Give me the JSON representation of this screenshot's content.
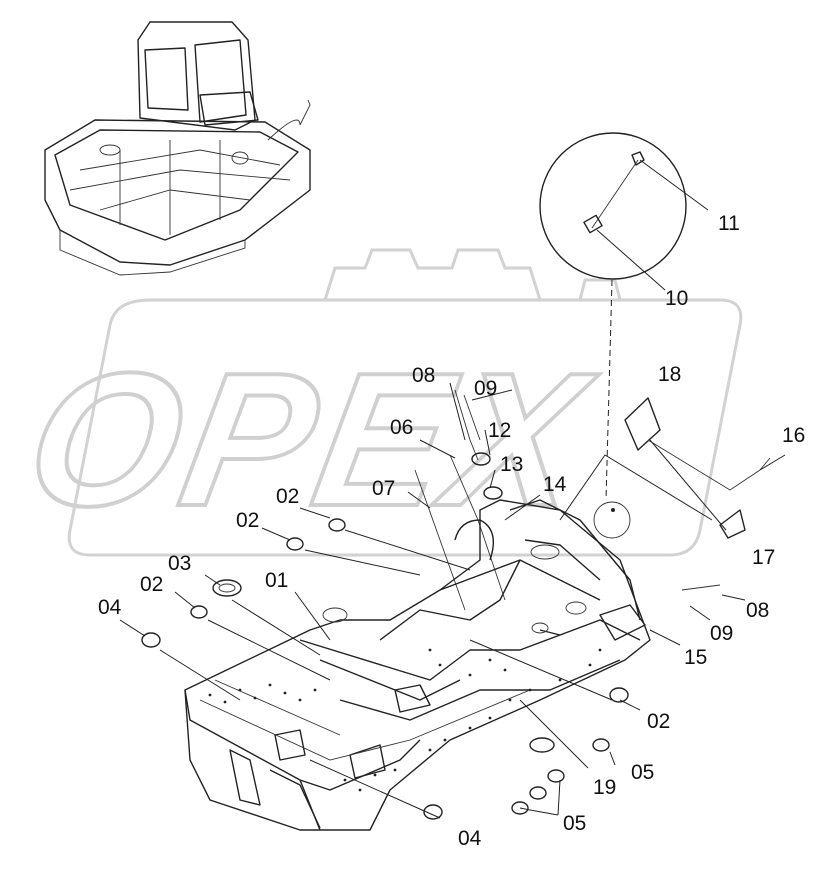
{
  "watermark": {
    "text": "OPEX"
  },
  "callouts": [
    {
      "id": "c-11-top",
      "label": "11"
    },
    {
      "id": "c-10",
      "label": "10"
    },
    {
      "id": "c-18",
      "label": "18"
    },
    {
      "id": "c-16",
      "label": "16"
    },
    {
      "id": "c-08-a",
      "label": "08"
    },
    {
      "id": "c-09-a",
      "label": "09"
    },
    {
      "id": "c-12",
      "label": "12"
    },
    {
      "id": "c-06",
      "label": "06"
    },
    {
      "id": "c-13",
      "label": "13"
    },
    {
      "id": "c-07",
      "label": "07"
    },
    {
      "id": "c-14",
      "label": "14"
    },
    {
      "id": "c-02-a",
      "label": "02"
    },
    {
      "id": "c-02-b",
      "label": "02"
    },
    {
      "id": "c-03",
      "label": "03"
    },
    {
      "id": "c-01",
      "label": "01"
    },
    {
      "id": "c-02-c",
      "label": "02"
    },
    {
      "id": "c-04-a",
      "label": "04"
    },
    {
      "id": "c-17",
      "label": "17"
    },
    {
      "id": "c-08-b",
      "label": "08"
    },
    {
      "id": "c-09-b",
      "label": "09"
    },
    {
      "id": "c-15",
      "label": "15"
    },
    {
      "id": "c-02-d",
      "label": "02"
    },
    {
      "id": "c-05-a",
      "label": "05"
    },
    {
      "id": "c-19",
      "label": "19"
    },
    {
      "id": "c-05-b",
      "label": "05"
    },
    {
      "id": "c-04-b",
      "label": "04"
    }
  ]
}
